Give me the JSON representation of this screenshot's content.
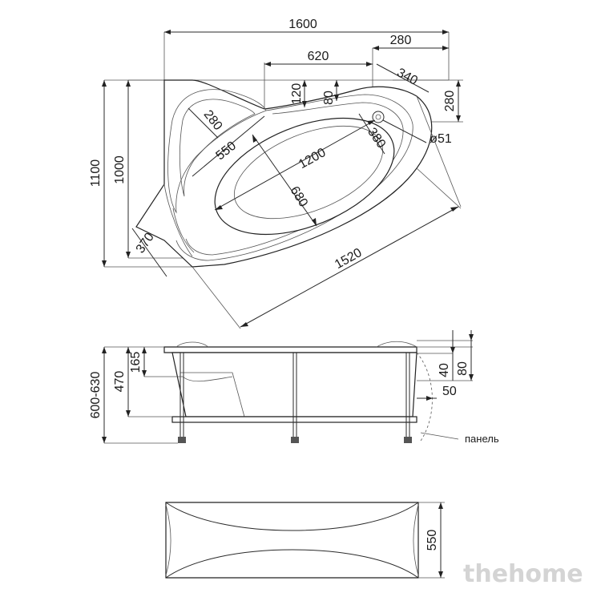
{
  "plan": {
    "width": "1600",
    "overall_height": "1100",
    "inner_height": "1000",
    "top_offset": "620",
    "right_corner": "280",
    "corner_diag": "340",
    "right_side": "280",
    "drain_dia": "ø51",
    "left_dim": "370",
    "diag_length": "1520",
    "small_a": "120",
    "small_b": "80",
    "headrest": "280",
    "inner_width": "550",
    "bowl_length": "1200",
    "bowl_width": "680",
    "drain_dist": "380"
  },
  "side": {
    "total_height": "600-630",
    "bowl_depth": "470",
    "rim": "165",
    "h40": "40",
    "h80": "80",
    "h50": "50",
    "panel": "панель"
  },
  "front": {
    "panel_height": "550"
  },
  "watermark": "thehome"
}
